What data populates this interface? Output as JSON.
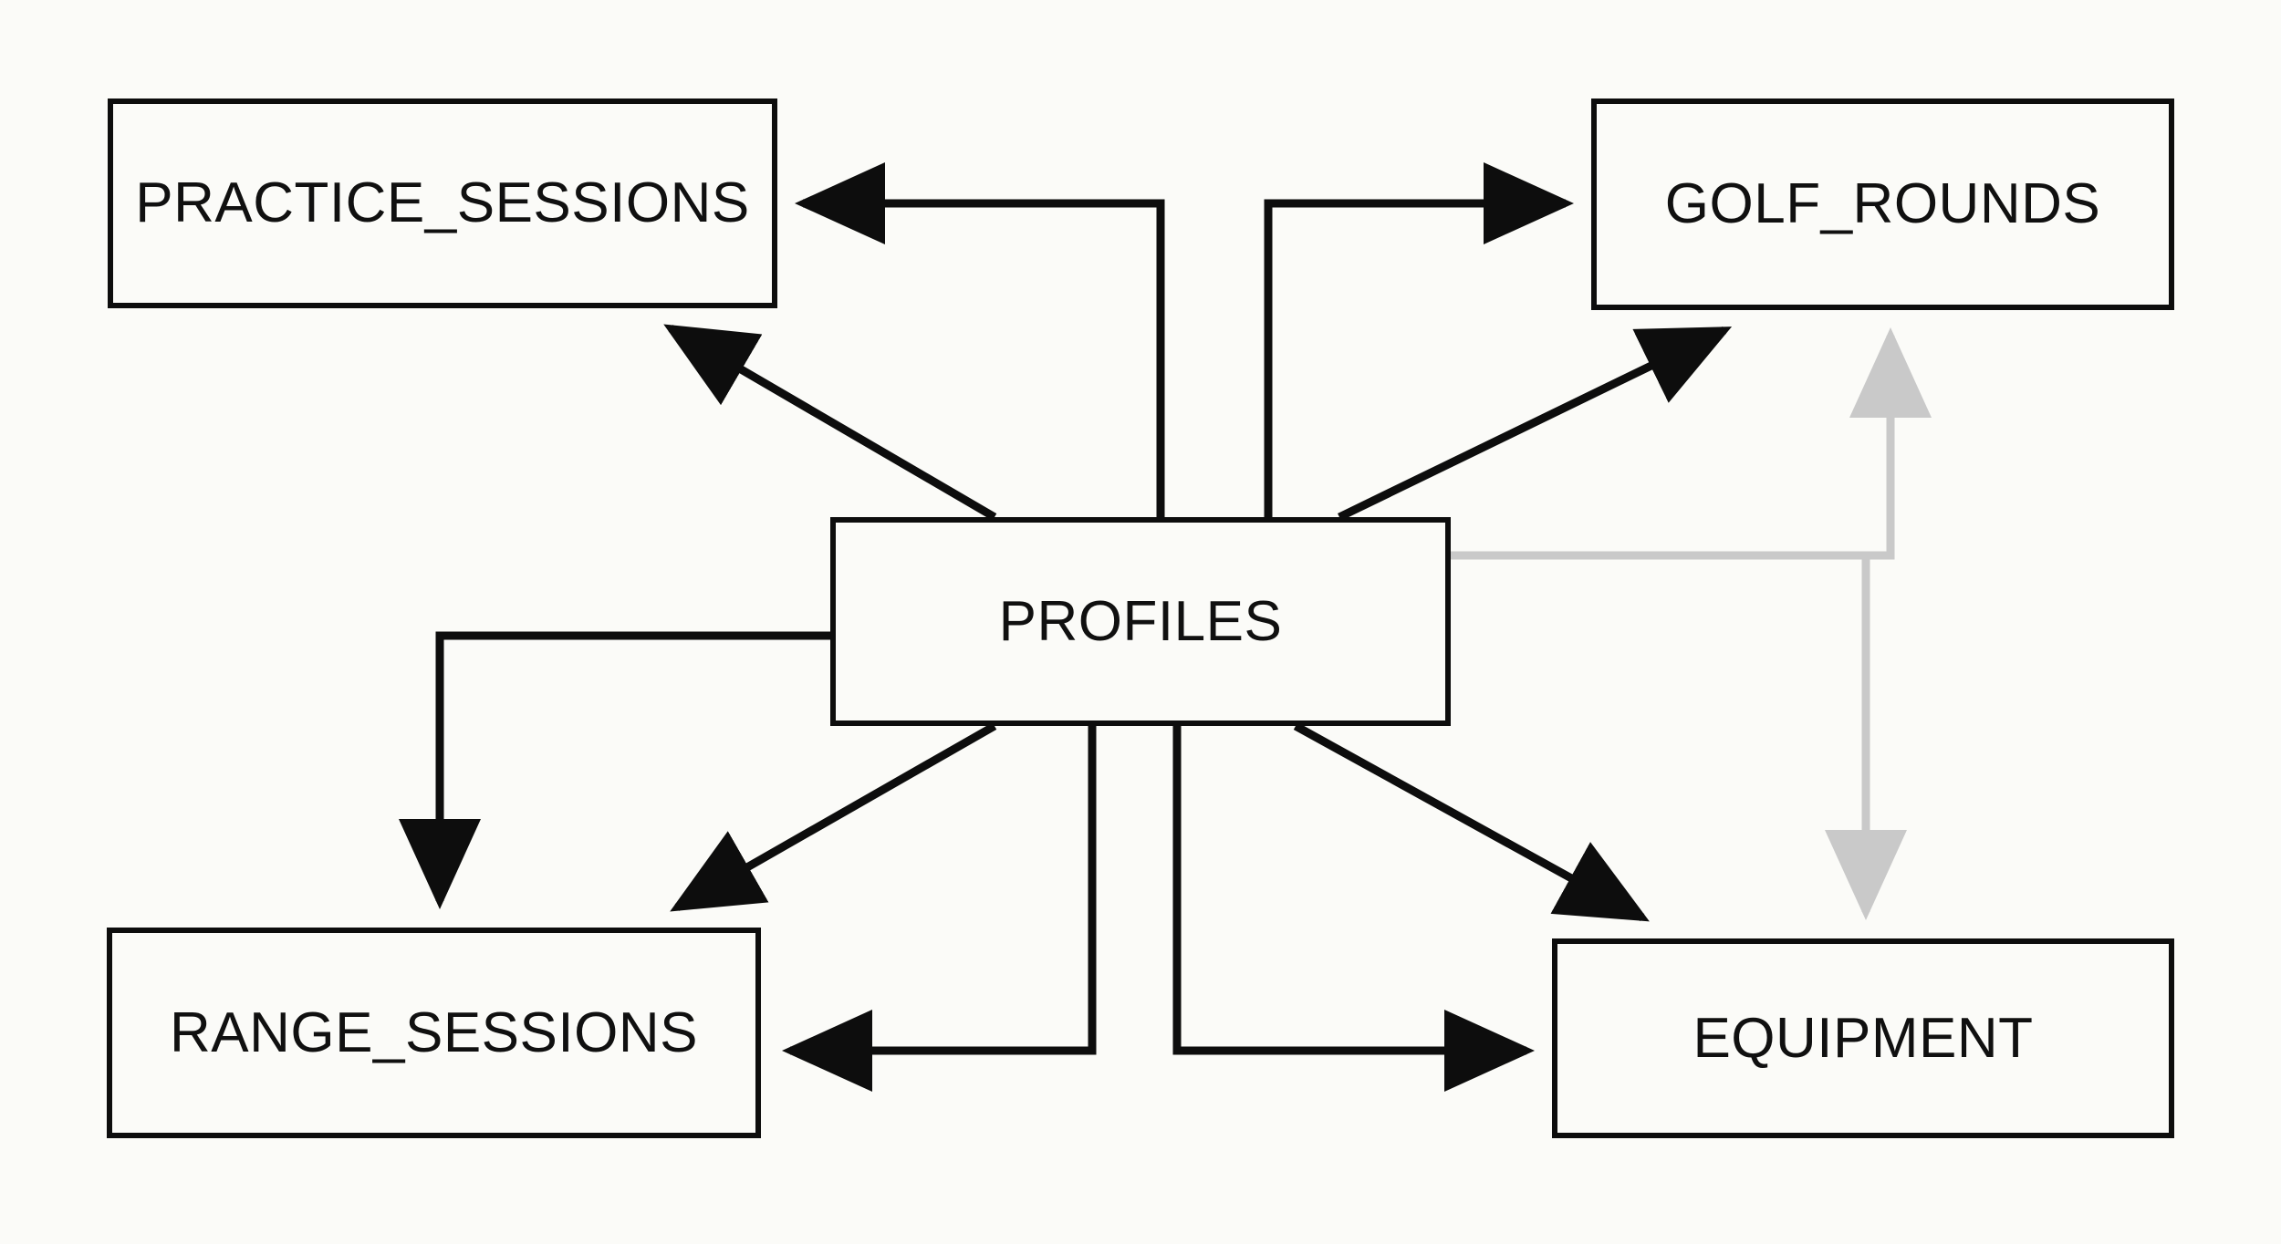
{
  "diagram": {
    "type": "entity-relationship-diagram",
    "background_color": "#fbfbf8",
    "edge_color": "#0d0d0d",
    "secondary_edge_color": "#c9c9c9",
    "entities": [
      {
        "id": "practice_sessions",
        "label": "PRACTICE_SESSIONS"
      },
      {
        "id": "golf_rounds",
        "label": "GOLF_ROUNDS"
      },
      {
        "id": "profiles",
        "label": "PROFILES"
      },
      {
        "id": "range_sessions",
        "label": "RANGE_SESSIONS"
      },
      {
        "id": "equipment",
        "label": "EQUIPMENT"
      }
    ],
    "relationships": [
      {
        "from": "profiles",
        "to": "practice_sessions",
        "style": "orthogonal",
        "direction": "one-way",
        "color": "#0d0d0d"
      },
      {
        "from": "profiles",
        "to": "practice_sessions",
        "style": "diagonal",
        "direction": "one-way",
        "color": "#0d0d0d"
      },
      {
        "from": "profiles",
        "to": "golf_rounds",
        "style": "orthogonal",
        "direction": "one-way",
        "color": "#0d0d0d"
      },
      {
        "from": "profiles",
        "to": "golf_rounds",
        "style": "diagonal",
        "direction": "one-way",
        "color": "#0d0d0d"
      },
      {
        "from": "profiles",
        "to": "range_sessions",
        "style": "orthogonal",
        "direction": "one-way",
        "color": "#0d0d0d"
      },
      {
        "from": "profiles",
        "to": "range_sessions",
        "style": "diagonal",
        "direction": "one-way",
        "color": "#0d0d0d"
      },
      {
        "from": "profiles",
        "to": "range_sessions",
        "style": "orthogonal-bottom",
        "direction": "one-way",
        "color": "#0d0d0d"
      },
      {
        "from": "profiles",
        "to": "equipment",
        "style": "diagonal",
        "direction": "one-way",
        "color": "#0d0d0d"
      },
      {
        "from": "profiles",
        "to": "equipment",
        "style": "orthogonal-bottom",
        "direction": "one-way",
        "color": "#0d0d0d"
      },
      {
        "from": "profiles",
        "to": "golf_rounds",
        "style": "orthogonal-right",
        "direction": "one-way",
        "color": "#c9c9c9"
      },
      {
        "from": "profiles",
        "to": "equipment",
        "style": "orthogonal-right",
        "direction": "one-way",
        "color": "#c9c9c9"
      }
    ]
  }
}
